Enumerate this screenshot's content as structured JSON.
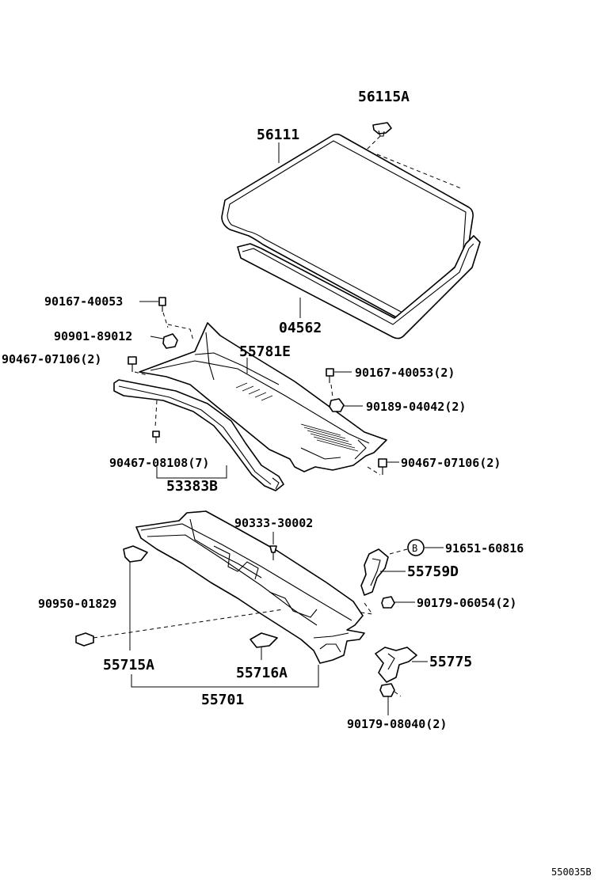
{
  "parts": {
    "windshield_clip": "56115A",
    "windshield_glass": "56111",
    "windshield_dam": "04562",
    "screw_upper_left": "90167-40053",
    "nut_left": "90901-89012",
    "screw_left": "90467-07106(2)",
    "louver_cowl_top": "55781E",
    "screw_right_top": "90167-40053(2)",
    "nut_right": "90189-04042(2)",
    "clip_seal": "90467-08108(7)",
    "seal_cowl_top": "53383B",
    "screw_right_lower": "90467-07106(2)",
    "grommet_bolt": "90333-30002",
    "ref_b_bolt": "91651-60816",
    "ref_b_marker": "B",
    "bracket_d": "55759D",
    "nut_bracket": "90179-06054(2)",
    "plug_hole": "90950-01829",
    "bracket_a_left": "55715A",
    "bracket_a_mid": "55716A",
    "cowl_panel_assy": "55701",
    "bracket_right": "55775",
    "nut_bracket_lower": "90179-08040(2)"
  },
  "diagram_code": "550035B"
}
